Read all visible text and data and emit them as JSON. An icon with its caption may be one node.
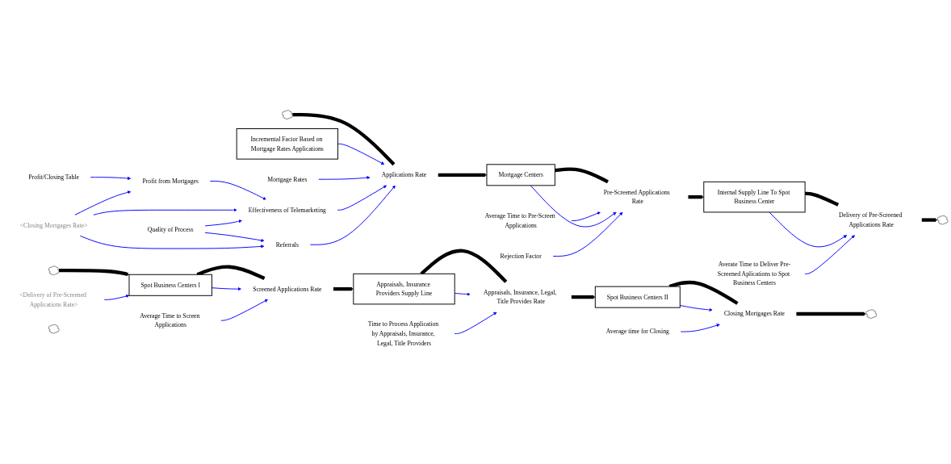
{
  "diagram": {
    "nodes": [
      {
        "text": [
          "Incremental Factor Based on Mortgage Rates Applications"
        ]
      },
      {
        "text": [],
        "shape": "cloud"
      },
      {
        "text": [
          "Applications Rate"
        ]
      },
      {
        "text": [
          "Mortgage Centers"
        ]
      },
      {
        "text": [
          "Average Time to Pre-Screen Applications"
        ]
      },
      {
        "text": [
          "Pre-Screened Applications Rate"
        ]
      },
      {
        "text": [
          "Internal Supply Line To Spot Business Center"
        ]
      },
      {
        "text": [
          "Delivery of Pre-Screened Applications Rate"
        ]
      },
      {
        "text": [],
        "shape": "cloud"
      },
      {
        "text": [
          "Mortgage Rates"
        ]
      },
      {
        "text": [
          "Rejection Factor"
        ]
      },
      {
        "text": [
          "Effectiveness of Telemarketing"
        ]
      },
      {
        "text": [
          "Referrals"
        ]
      },
      {
        "text": [
          "Averate Time to Deliver Pre-Screened Aplications to Spot Business Centers"
        ]
      },
      {
        "text": [
          "Time to Process Application by Appraisals, Insurance, Legal, Title Providers"
        ]
      },
      {
        "text": [
          "Profit from Mortgages"
        ]
      },
      {
        "text": [
          "Quality of Process"
        ]
      },
      {
        "text": [
          "<Closing Mortgages Rate>"
        ]
      },
      {
        "text": [
          "Profit/Closing Table"
        ]
      },
      {
        "text": [],
        "shape": "cloud"
      },
      {
        "text": [
          "Spot Business Centers I"
        ]
      },
      {
        "text": [
          "Screened Applications Rate"
        ]
      },
      {
        "text": [
          "Appraisals, Insurance Providers Supply Line"
        ]
      },
      {
        "text": [
          "Appraisals, Insurance, Legal, Title Provides Rate"
        ]
      },
      {
        "text": [
          "Spot Business Centers II"
        ]
      },
      {
        "text": [
          "Closing Mortgages Rate"
        ]
      },
      {
        "text": [],
        "shape": "cloud"
      },
      {
        "text": [
          "<Delivery of Pre-Screened Applications Rate>"
        ]
      },
      {
        "text": [
          "Average Time to Screen Applications"
        ]
      },
      {
        "text": [],
        "shape": "cloud"
      },
      {
        "text": [
          "Average time for Closing"
        ]
      }
    ],
    "edges": [
      {
        "from": 1,
        "to": 2,
        "arrow": "none",
        "style": "thick",
        "color": "#000000"
      },
      {
        "from": 2,
        "to": 3,
        "arrow": "to",
        "style": "thick",
        "color": "#000000"
      },
      {
        "from": 3,
        "to": 5,
        "arrow": "none",
        "style": "thick",
        "color": "#000000"
      },
      {
        "from": 5,
        "to": 6,
        "arrow": "to",
        "style": "thick",
        "color": "#000000"
      },
      {
        "from": 6,
        "to": 7,
        "arrow": "none",
        "style": "thick",
        "color": "#000000"
      },
      {
        "from": 7,
        "to": 8,
        "arrow": "to",
        "style": "thick",
        "color": "#000000"
      },
      {
        "from": 0,
        "to": 2,
        "arrow": "to"
      },
      {
        "from": 9,
        "to": 2,
        "arrow": "to"
      },
      {
        "from": 11,
        "to": 2,
        "arrow": "to"
      },
      {
        "from": 12,
        "to": 2,
        "arrow": "to"
      },
      {
        "from": 4,
        "to": 5,
        "arrow": "to"
      },
      {
        "from": 3,
        "to": 5,
        "arrow": "to"
      },
      {
        "from": 10,
        "to": 5,
        "arrow": "to"
      },
      {
        "from": 6,
        "to": 7,
        "arrow": "to"
      },
      {
        "from": 13,
        "to": 7,
        "arrow": "to"
      },
      {
        "from": 15,
        "to": 11,
        "arrow": "to"
      },
      {
        "from": 17,
        "to": 11,
        "arrow": "to"
      },
      {
        "from": 16,
        "to": 11,
        "arrow": "to"
      },
      {
        "from": 16,
        "to": 12,
        "arrow": "to"
      },
      {
        "from": 17,
        "to": 12,
        "arrow": "to"
      },
      {
        "from": 18,
        "to": 15,
        "arrow": "to"
      },
      {
        "from": 17,
        "to": 15,
        "arrow": "to"
      },
      {
        "from": 19,
        "to": 20,
        "arrow": "to",
        "style": "thick",
        "color": "#000000"
      },
      {
        "from": 27,
        "to": 20,
        "arrow": "to"
      },
      {
        "from": 20,
        "to": 21,
        "arrow": "none",
        "style": "thick",
        "color": "#000000"
      },
      {
        "from": 21,
        "to": 22,
        "arrow": "to",
        "style": "thick",
        "color": "#000000"
      },
      {
        "from": 20,
        "to": 21,
        "arrow": "to"
      },
      {
        "from": 28,
        "to": 21,
        "arrow": "to"
      },
      {
        "from": 22,
        "to": 23,
        "arrow": "none",
        "style": "thick",
        "color": "#000000"
      },
      {
        "from": 23,
        "to": 24,
        "arrow": "to",
        "style": "thick",
        "color": "#000000"
      },
      {
        "from": 22,
        "to": 23,
        "arrow": "to"
      },
      {
        "from": 14,
        "to": 23,
        "arrow": "to"
      },
      {
        "from": 24,
        "to": 25,
        "arrow": "none",
        "style": "thick",
        "color": "#000000"
      },
      {
        "from": 25,
        "to": 26,
        "arrow": "to",
        "style": "thick",
        "color": "#000000"
      },
      {
        "from": 24,
        "to": 25,
        "arrow": "to"
      },
      {
        "from": 30,
        "to": 25,
        "arrow": "to"
      }
    ]
  }
}
